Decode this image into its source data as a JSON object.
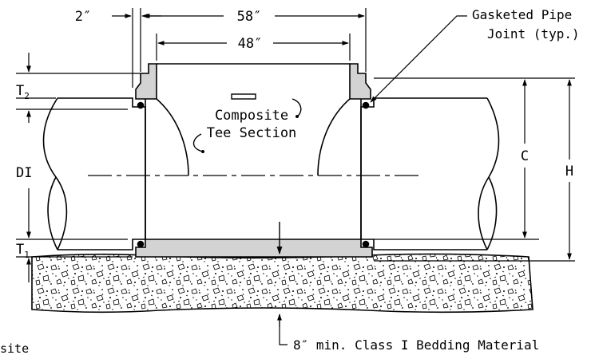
{
  "diagram": {
    "dims": {
      "d2": "2″",
      "d58": "58″",
      "d48": "48″",
      "t2_main": "T",
      "t2_sub": "2",
      "t1_main": "T",
      "t1_sub": "1",
      "di": "DI",
      "c": "C",
      "h": "H"
    },
    "labels": {
      "gasket_line1": "Gasketed Pipe",
      "gasket_line2": "Joint (typ.)",
      "tee_line1": "Composite",
      "tee_line2": "Tee Section",
      "bedding": "8″ min. Class I Bedding Material",
      "cut_text": "site"
    },
    "colors": {
      "line": "#000000",
      "tee_fill": "#d3d3d3",
      "background": "#ffffff"
    }
  }
}
